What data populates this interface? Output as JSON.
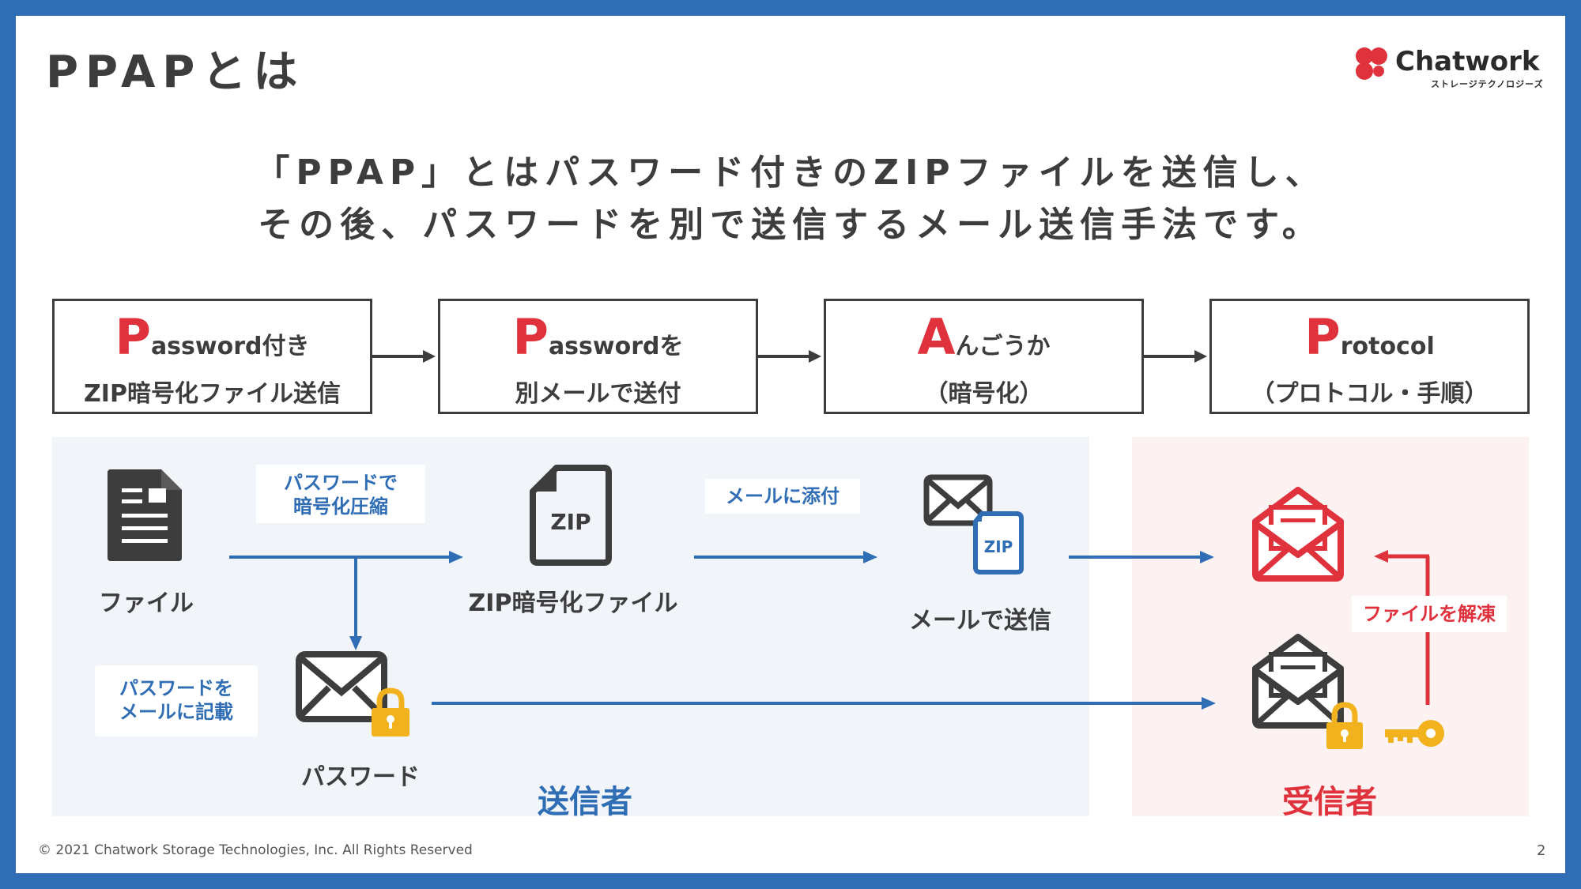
{
  "title": "PPAPとは",
  "logo": {
    "name": "Chatwork",
    "sub": "ストレージテクノロジーズ",
    "colors": [
      "#e0323c",
      "#e0323c"
    ]
  },
  "lead": {
    "line1": "「PPAP」とはパスワード付きのZIPファイルを送信し、",
    "line2": "その後、パスワードを別で送信するメール送信手法です。"
  },
  "steps": [
    {
      "letter": "P",
      "rest": "assword付き",
      "line2": "ZIP暗号化ファイル送信"
    },
    {
      "letter": "P",
      "rest": "asswordを",
      "line2": "別メールで送付"
    },
    {
      "letter": "A",
      "rest": "んごうか",
      "line2": "（暗号化）"
    },
    {
      "letter": "P",
      "rest": "rotocol",
      "line2": "（プロトコル・手順）"
    }
  ],
  "flow": {
    "file_label": "ファイル",
    "tag_compress_1": "パスワードで",
    "tag_compress_2": "暗号化圧縮",
    "zip_file_label": "ZIP暗号化ファイル",
    "zip_icon_text": "ZIP",
    "tag_attach": "メールに添付",
    "mail_send_label": "メールで送信",
    "zip_small_text": "ZIP",
    "tag_password_1": "パスワードを",
    "tag_password_2": "メールに記載",
    "password_label": "パスワード",
    "tag_unzip": "ファイルを解凍",
    "sender_label": "送信者",
    "receiver_label": "受信者"
  },
  "colors": {
    "frame": "#2f6db5",
    "accent_red": "#e0323c",
    "accent_blue": "#2f6db5",
    "lock": "#f2b21d",
    "dark": "#3d3d3d"
  },
  "footer": "© 2021 Chatwork Storage Technologies, Inc. All Rights Reserved",
  "page_number": "2"
}
